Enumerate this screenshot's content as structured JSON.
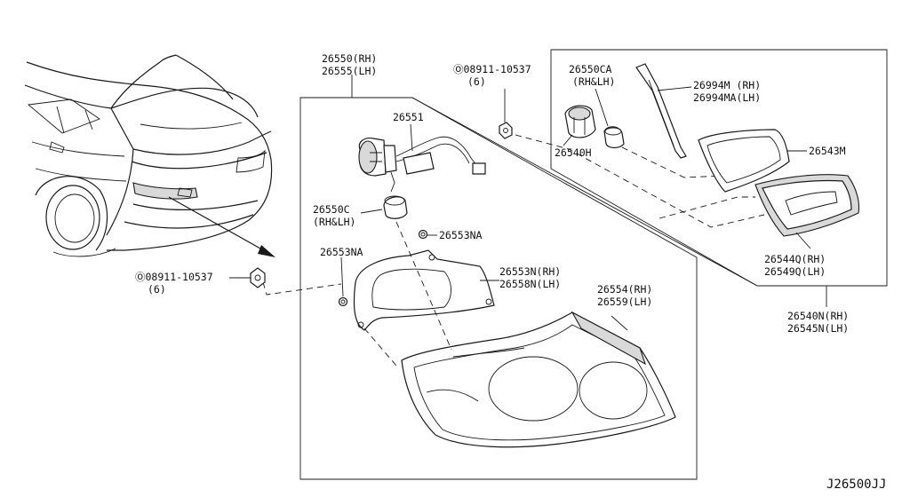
{
  "labels": {
    "housing_rh": "26550(RH)",
    "housing_lh": "26555(LH)",
    "socket_harness": "26551",
    "bulb_c_num": "26550C",
    "bulb_c_side": "(RH&LH)",
    "nut_na_right": "26553NA",
    "nut_na_left": "26553NA",
    "gasket_rh": "26553N(RH)",
    "gasket_lh": "26558N(LH)",
    "lens_rh": "26554(RH)",
    "lens_lh": "26559(LH)",
    "bolt_left_num": "Ⓞ08911-10537",
    "bolt_left_qty": "(6)",
    "bolt_top_num": "Ⓞ08911-10537",
    "bolt_top_qty": "(6)",
    "bulb_ca_num": "26550CA",
    "bulb_ca_side": "(RH&LH)",
    "socket_h": "26540H",
    "seal_rh": "26994M  (RH)",
    "seal_lh": "26994MA(LH)",
    "frame_m": "26543M",
    "inner_rh": "26544Q(RH)",
    "inner_lh": "26549Q(LH)",
    "assy_rh": "26540N(RH)",
    "assy_lh": "26545N(LH)",
    "diagram_id": "J26500JJ"
  },
  "icons": [
    "car-rear-illustration",
    "bolt-icon",
    "nut-icon",
    "bulb-icon",
    "socket-icon",
    "gasket-icon",
    "lens-icon",
    "seal-strip-icon",
    "arrow-icon"
  ]
}
